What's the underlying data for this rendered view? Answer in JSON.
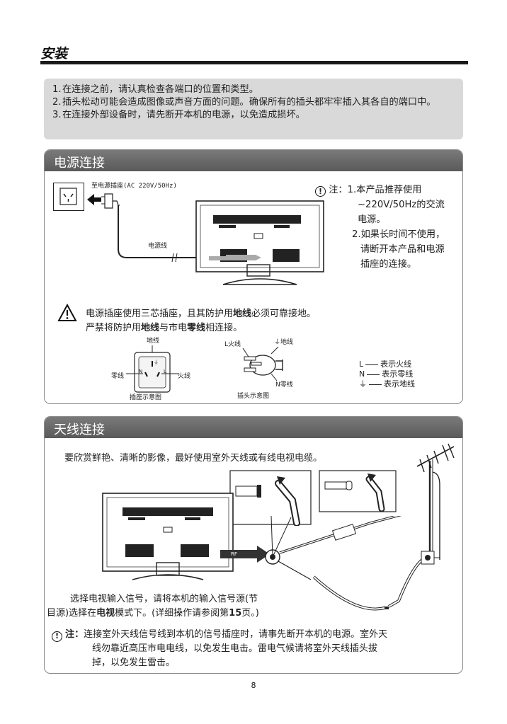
{
  "page": {
    "title": "安装",
    "page_number": "8"
  },
  "notice": {
    "items": [
      {
        "num": "1.",
        "text": "在连接之前，请认真检查各端口的位置和类型。"
      },
      {
        "num": "2.",
        "text": "插头松动可能会造成图像或声音方面的问题。确保所有的插头都牢牢插入其各自的端口中。"
      },
      {
        "num": "3.",
        "text": "在连接外部设备时，请先断开本机的电源，以免造成损坏。"
      }
    ]
  },
  "power": {
    "header": "电源连接",
    "outlet_label": "至电源插座(AC 220V/50Hz)",
    "cord_label": "电源线",
    "note": {
      "prefix": "注：",
      "item1_a": "1.本产品推荐使用",
      "item1_b": "~220V/50Hz的交流",
      "item1_c": "电源。",
      "item2_a": "2.如果长时间不使用，",
      "item2_b": "请断开本产品和电源",
      "item2_c": "插座的连接。"
    },
    "warning": {
      "line1_a": "电源插座使用三芯插座，且其防护用",
      "line1_bold": "地线",
      "line1_b": "必须可靠接地。",
      "line2_a": "严禁将防护用",
      "line2_bold1": "地线",
      "line2_b": "与市电",
      "line2_bold2": "零线",
      "line2_c": "相连接。"
    },
    "socket_diagram": {
      "earth": "地线",
      "neutral": "零线",
      "live": "火线",
      "caption": "插座示意图",
      "mark_e": "⏚",
      "mark_n": "N",
      "mark_l": "L"
    },
    "plug_diagram": {
      "live": "L火线",
      "earth": "⏚地线",
      "neutral": "N零线",
      "caption": "插头示意图"
    },
    "legend": [
      {
        "symbol": "L",
        "text": "表示火线"
      },
      {
        "symbol": "N",
        "text": "表示零线"
      },
      {
        "symbol": "⏚",
        "text": "表示地线"
      }
    ]
  },
  "antenna": {
    "header": "天线连接",
    "intro": "要欣赏鲜艳、清晰的影像，最好使用室外天线或有线电视电缆。",
    "rf_label": "RF",
    "select_a": "选择电视输入信号，请将本机的输入信号源(节",
    "select_b1": "目源)选择在",
    "select_bold": "电视",
    "select_b2": "模式下。(详细操作请参阅第",
    "select_page": "15",
    "select_b3": "页。)",
    "note": {
      "prefix": "注：",
      "line1": "连接室外天线信号线到本机的信号插座时，请事先断开本机的电源。室外天",
      "line2": "线勿靠近高压市电电线，以免发生电击。雷电气候请将室外天线插头拔",
      "line3": "掉，以免发生雷击。"
    }
  }
}
